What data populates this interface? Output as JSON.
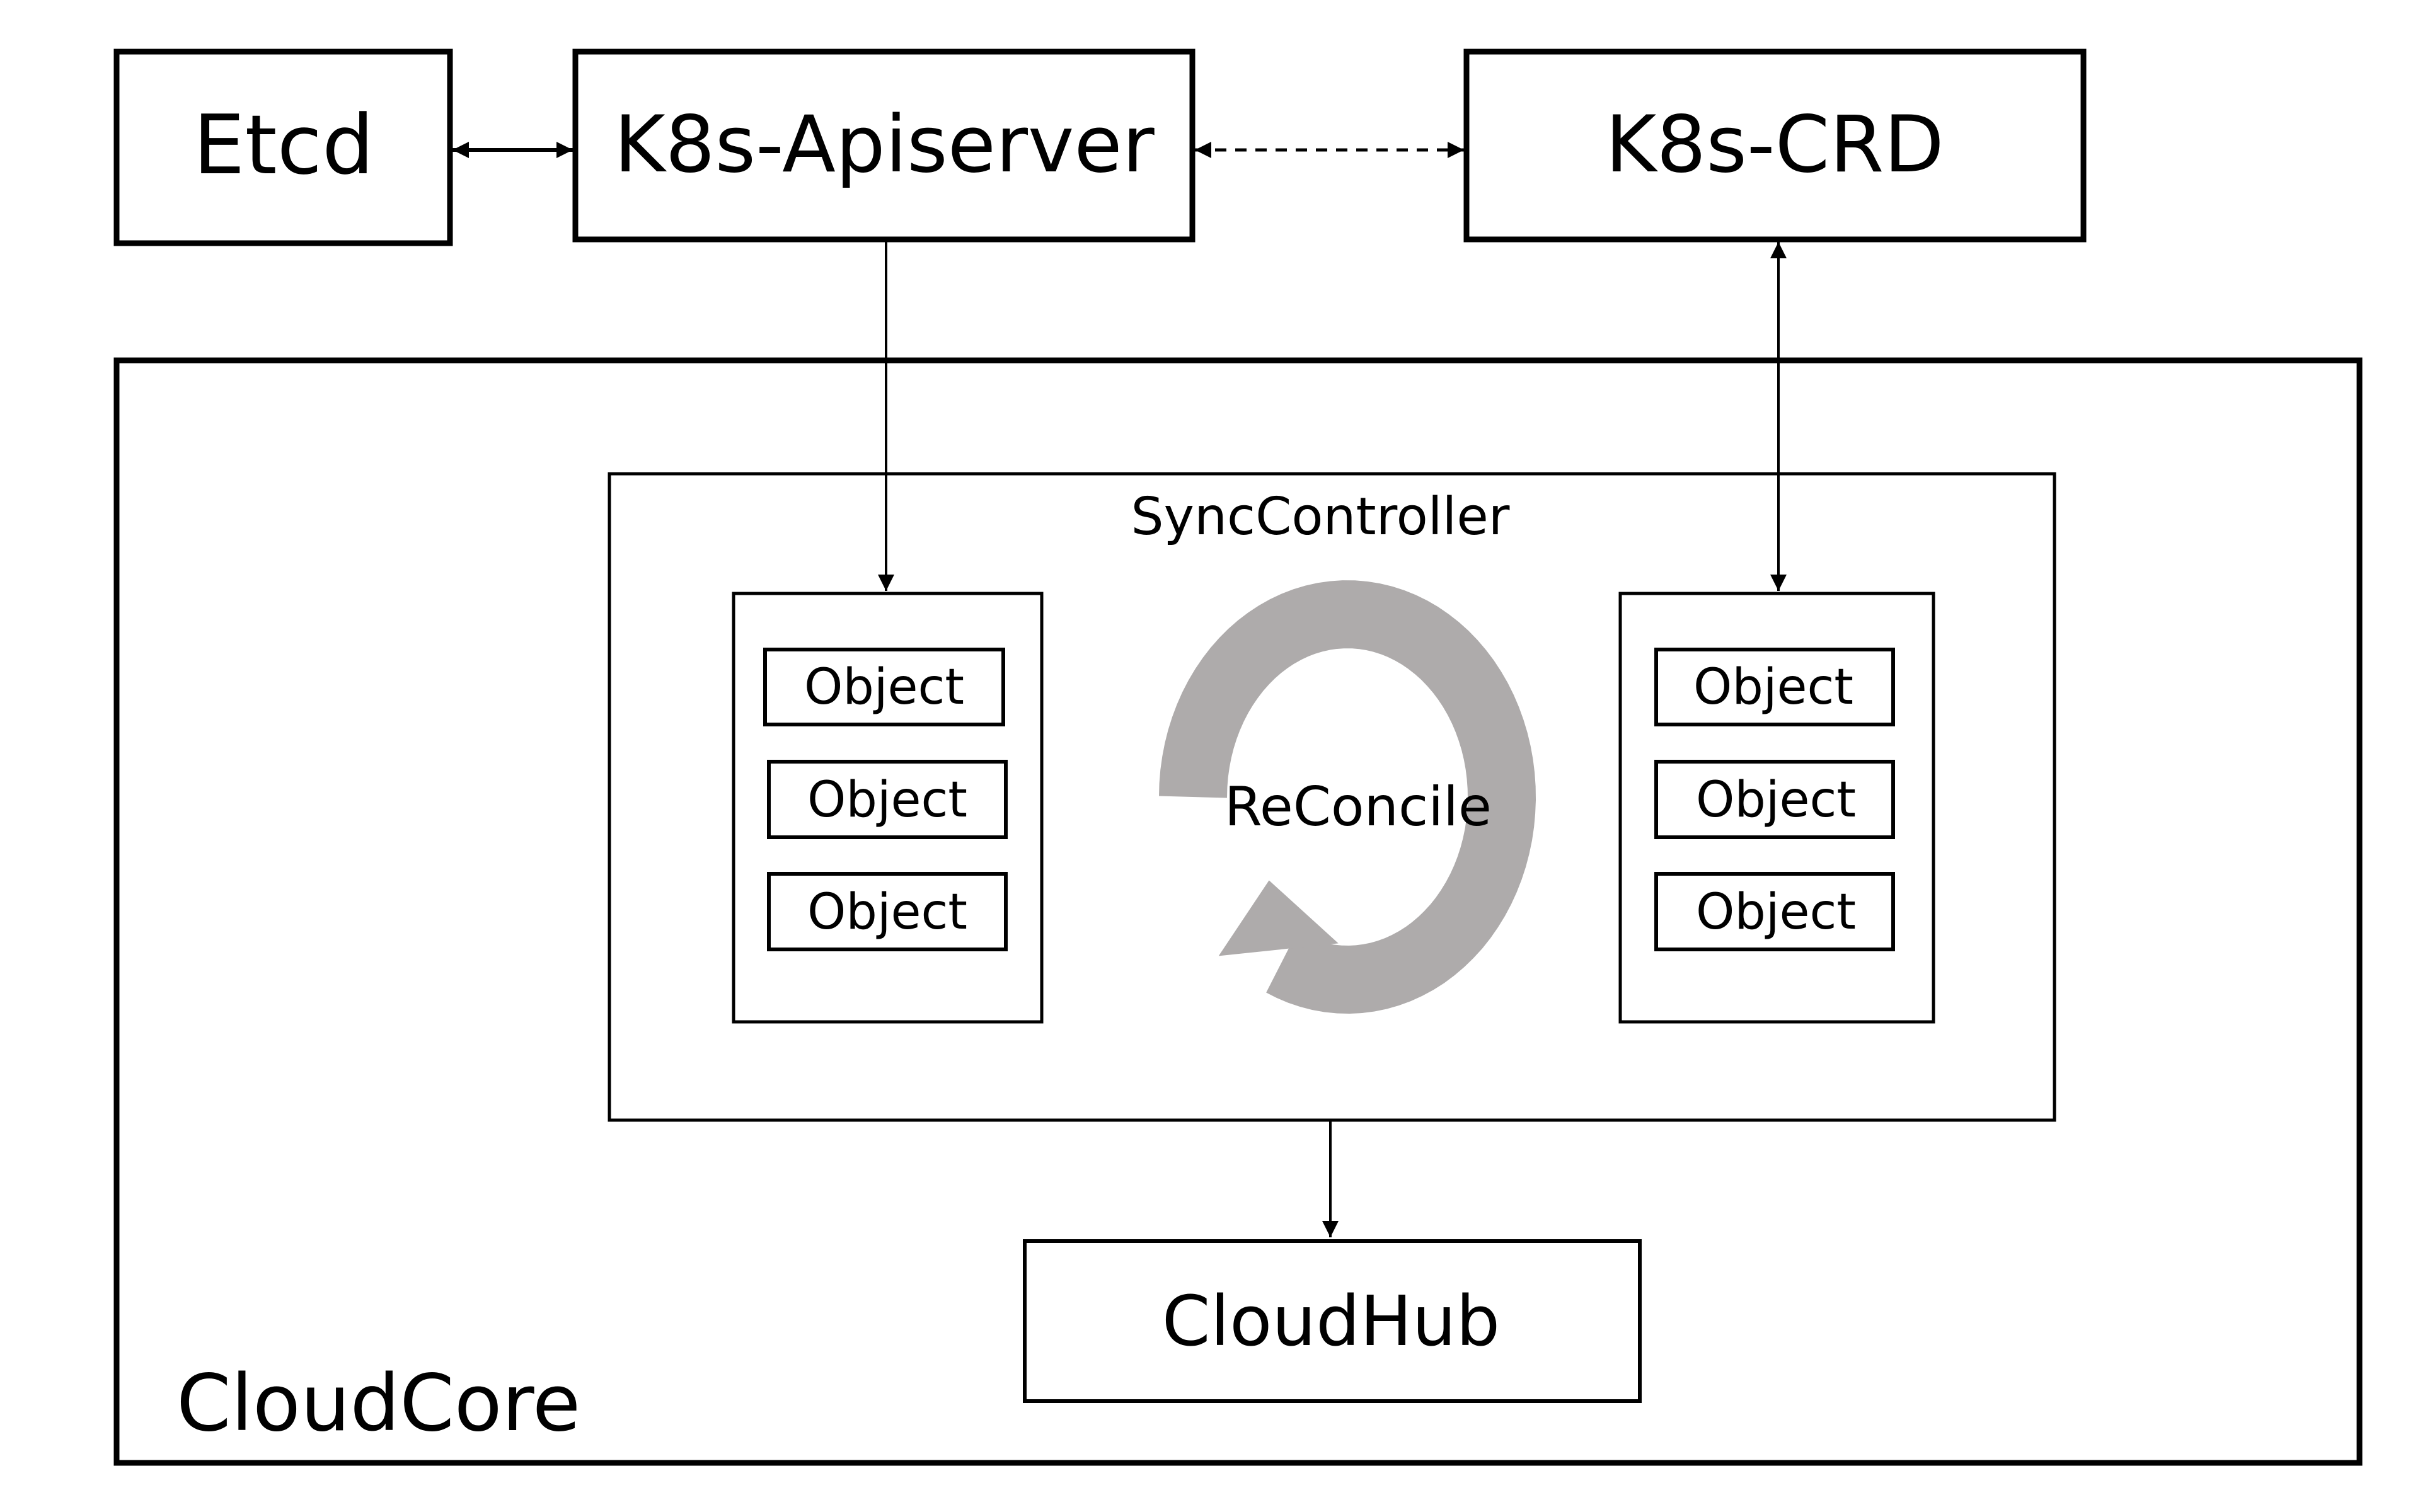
{
  "diagram": {
    "nodes": {
      "etcd": "Etcd",
      "apiserver": "K8s-Apiserver",
      "crd": "K8s-CRD",
      "cloudcore": "CloudCore",
      "synccontroller": "SyncController",
      "reconcile": "ReConcile",
      "cloudhub": "CloudHub"
    },
    "left_objects": [
      "Object",
      "Object",
      "Object"
    ],
    "right_objects": [
      "Object",
      "Object",
      "Object"
    ],
    "edges": [
      {
        "from": "Etcd",
        "to": "K8s-Apiserver",
        "style": "solid",
        "direction": "both"
      },
      {
        "from": "K8s-Apiserver",
        "to": "K8s-CRD",
        "style": "dashed",
        "direction": "both"
      },
      {
        "from": "K8s-Apiserver",
        "to": "SyncController left objects",
        "style": "solid",
        "direction": "forward"
      },
      {
        "from": "K8s-CRD",
        "to": "SyncController right objects",
        "style": "solid",
        "direction": "both"
      },
      {
        "from": "SyncController",
        "to": "CloudHub",
        "style": "solid",
        "direction": "forward"
      }
    ],
    "colors": {
      "stroke": "#000000",
      "reconcile_ring": "#aeabab",
      "background": "#ffffff"
    }
  }
}
